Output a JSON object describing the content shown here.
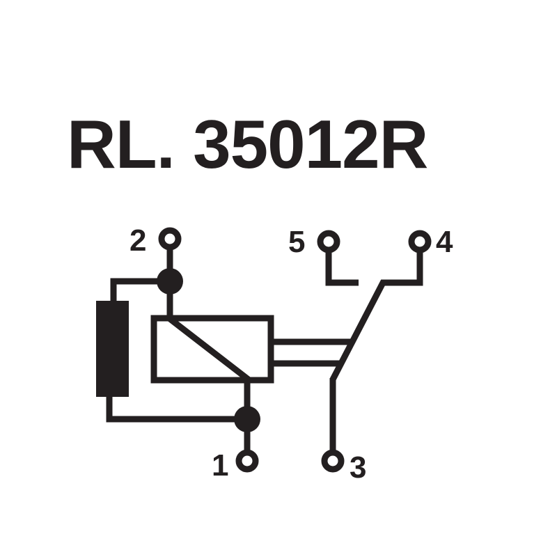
{
  "title": "RL. 35012R",
  "terminals": {
    "t1": "1",
    "t2": "2",
    "t3": "3",
    "t4": "4",
    "t5": "5"
  },
  "colors": {
    "ink": "#231f20",
    "background": "#ffffff"
  }
}
